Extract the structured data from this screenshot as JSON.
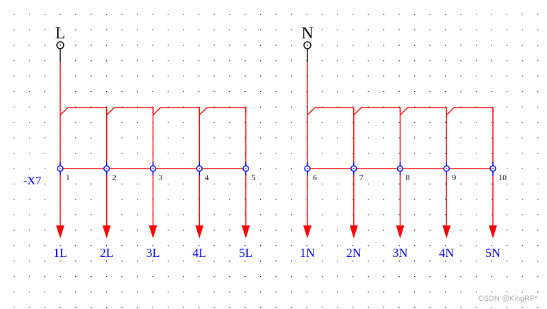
{
  "groups": [
    {
      "supply_label": "L",
      "terminals": [
        "1",
        "2",
        "3",
        "4",
        "5"
      ],
      "outputs": [
        "1L",
        "2L",
        "3L",
        "4L",
        "5L"
      ]
    },
    {
      "supply_label": "N",
      "terminals": [
        "6",
        "7",
        "8",
        "9",
        "10"
      ],
      "outputs": [
        "1N",
        "2N",
        "3N",
        "4N",
        "5N"
      ]
    }
  ],
  "terminal_block_label": "-X7",
  "watermark": "CSDN @KingRF*",
  "colors": {
    "wire": "#ff0000",
    "terminal": "#0000ff",
    "label": "#0000ff",
    "supply": "#000000",
    "grid": "#000000"
  }
}
